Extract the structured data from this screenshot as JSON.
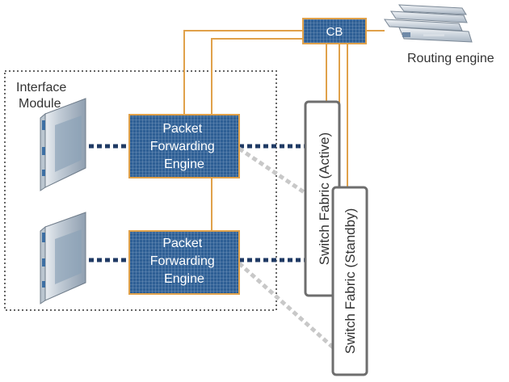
{
  "diagram": {
    "cb_label": "CB",
    "routing_engine_label": "Routing engine",
    "interface_module_label_line1": "Interface",
    "interface_module_label_line2": "Module",
    "pfe_top": {
      "line1": "Packet",
      "line2": "Forwarding",
      "line3": "Engine"
    },
    "pfe_bottom": {
      "line1": "Packet",
      "line2": "Forwarding",
      "line3": "Engine"
    },
    "switch_fabric_active_label": "Switch Fabric (Active)",
    "switch_fabric_standby_label": "Switch Fabric (Standby)"
  },
  "colors": {
    "control_line": "#e0a14a",
    "data_link": "#1f3a64",
    "standby_link": "#c8c8c8",
    "pfe_fill": "#2d5a8c",
    "pfe_border": "#e0a14a",
    "text_light": "#ffffff",
    "text_dark": "#333333",
    "module_border": "#666666",
    "fabric_border": "#6e6e6e"
  }
}
